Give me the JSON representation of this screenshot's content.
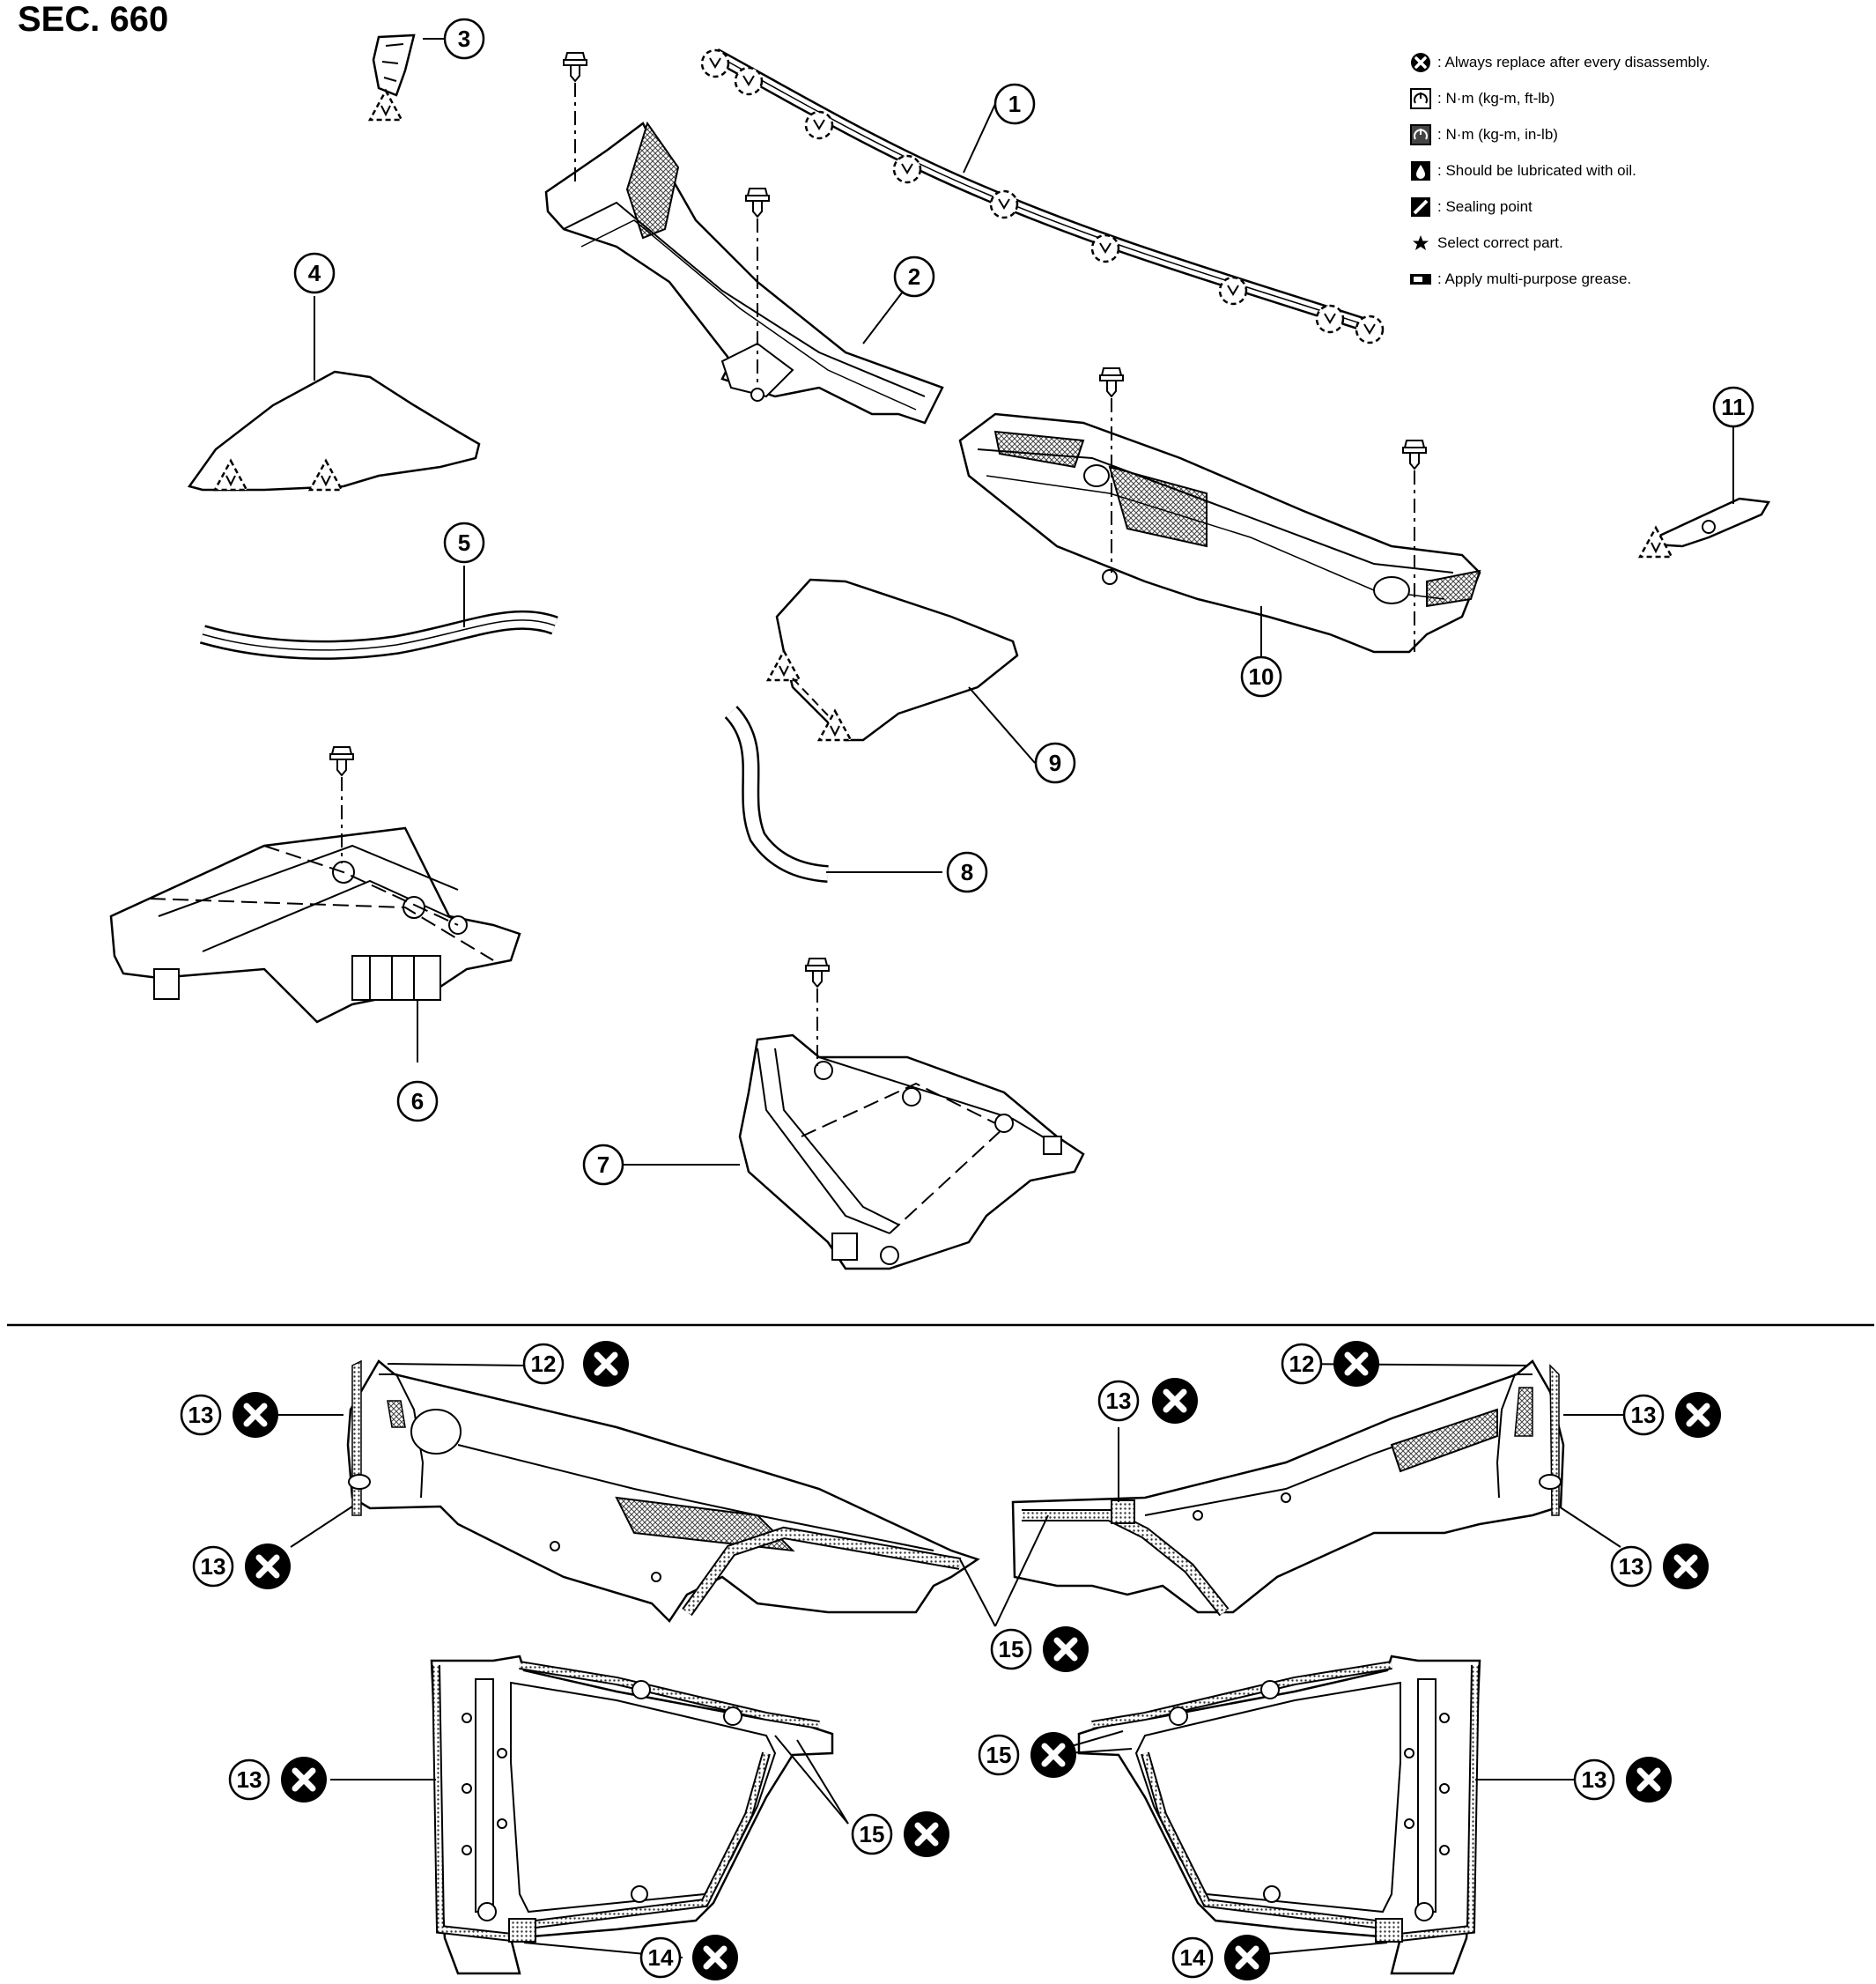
{
  "section_label": "SEC. 660",
  "legend": [
    {
      "icon": "always-replace-icon",
      "text": ": Always replace after every disassembly."
    },
    {
      "icon": "torque-ft-lb-icon",
      "text": ": N·m (kg-m, ft-lb)"
    },
    {
      "icon": "torque-in-lb-icon",
      "text": ": N·m (kg-m, in-lb)"
    },
    {
      "icon": "oil-lubricate-icon",
      "text": ": Should be lubricated with oil."
    },
    {
      "icon": "sealing-point-icon",
      "text": ": Sealing point"
    },
    {
      "icon": "star-icon",
      "text": "Select correct part."
    },
    {
      "icon": "grease-icon",
      "text": ": Apply multi-purpose grease."
    }
  ],
  "callouts": {
    "c1": "1",
    "c2": "2",
    "c3": "3",
    "c4": "4",
    "c5": "5",
    "c6": "6",
    "c7": "7",
    "c8": "8",
    "c9": "9",
    "c10": "10",
    "c11": "11",
    "c12a": "12",
    "c12b": "12",
    "c13a": "13",
    "c13b": "13",
    "c13c": "13",
    "c13d": "13",
    "c13e": "13",
    "c13f": "13",
    "c14a": "14",
    "c14b": "14",
    "c15a": "15",
    "c15b": "15",
    "c15c": "15"
  },
  "colors": {
    "line": "#000000",
    "background": "#ffffff",
    "mesh": "#555555"
  }
}
